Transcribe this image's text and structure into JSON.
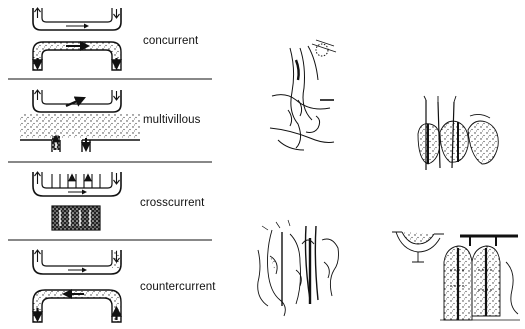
{
  "panels": {
    "concurrent": {
      "label": "concurrent"
    },
    "multivillous": {
      "label": "multivillous"
    },
    "crosscurrent": {
      "label": "crosscurrent"
    },
    "countercurrent": {
      "label": "countercurrent"
    }
  },
  "colors": {
    "ink": "#111111",
    "paper": "#ffffff",
    "stipple": "#444444"
  }
}
